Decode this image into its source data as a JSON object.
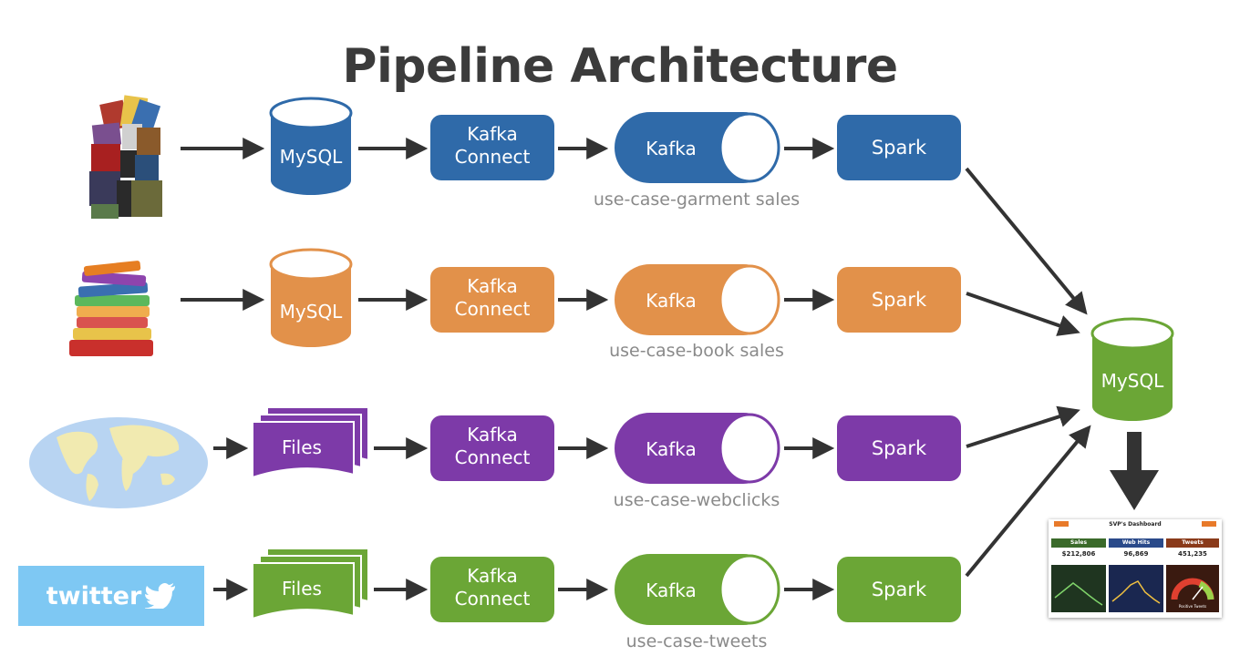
{
  "title": "Pipeline Architecture",
  "colors": {
    "blue": "#2f6aa9",
    "orange": "#e2914a",
    "purple": "#7d3aa8",
    "green": "#6ba636",
    "arrow": "#333333"
  },
  "rows": [
    {
      "source_icon": "garments-image-icon",
      "store": "MySQL",
      "store_shape": "cylinder",
      "connect": "Kafka\nConnect",
      "kafka": "Kafka",
      "topic": "use-case-garment sales",
      "spark": "Spark",
      "color": "#2f6aa9"
    },
    {
      "source_icon": "books-image-icon",
      "store": "MySQL",
      "store_shape": "cylinder",
      "connect": "Kafka\nConnect",
      "kafka": "Kafka",
      "topic": "use-case-book sales",
      "spark": "Spark",
      "color": "#e2914a"
    },
    {
      "source_icon": "world-map-icon",
      "store": "Files",
      "store_shape": "files",
      "connect": "Kafka\nConnect",
      "kafka": "Kafka",
      "topic": "use-case-webclicks",
      "spark": "Spark",
      "color": "#7d3aa8"
    },
    {
      "source_icon": "twitter-logo-icon",
      "source_label": "twitter",
      "store": "Files",
      "store_shape": "files",
      "connect": "Kafka\nConnect",
      "kafka": "Kafka",
      "topic": "use-case-tweets",
      "spark": "Spark",
      "color": "#6ba636"
    }
  ],
  "sink": {
    "label": "MySQL",
    "color": "#6ba636"
  },
  "dashboard": {
    "title": "SVP's Dashboard",
    "headers": [
      "Sales",
      "Web Hits",
      "Tweets"
    ],
    "values": [
      "$212,806",
      "96,869",
      "451,235"
    ],
    "gauge_label": "Positive Tweets"
  }
}
